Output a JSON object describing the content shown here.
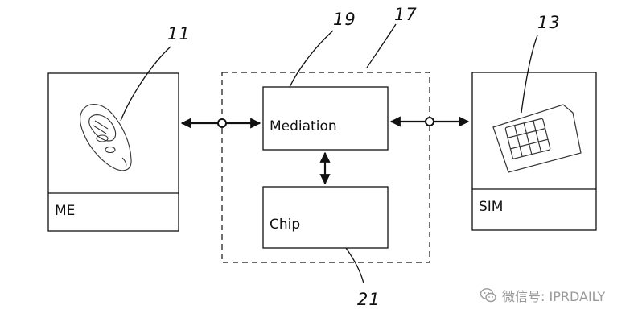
{
  "blocks": {
    "me_label": "ME",
    "sim_label": "SIM",
    "mediation_label": "Mediation",
    "chip_label": "Chip"
  },
  "references": {
    "phone": "11",
    "mediation": "19",
    "module": "17",
    "sim": "13",
    "chip": "21"
  },
  "watermark": {
    "text": "微信号: IPRDAILY",
    "icon": "wechat-icon"
  },
  "colors": {
    "line": "#111111",
    "watermark": "#9a9a9a"
  }
}
